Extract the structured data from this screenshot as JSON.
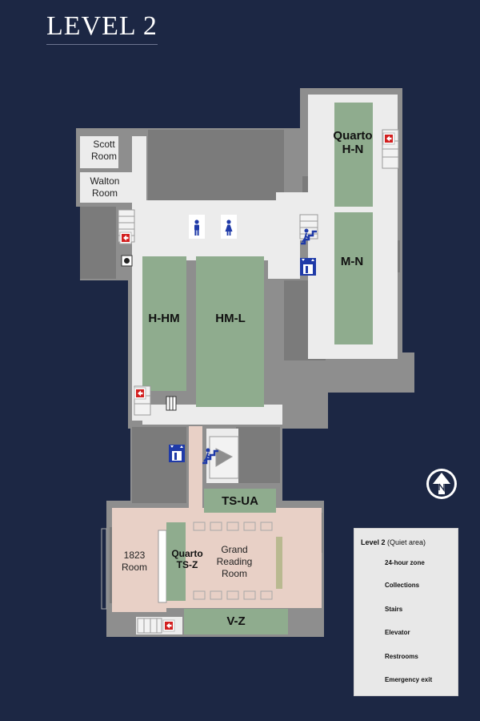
{
  "title": "LEVEL 2",
  "rooms": {
    "scott": "Scott\nRoom",
    "walton": "Walton\nRoom",
    "room_1823": "1823\nRoom",
    "grand_reading": "Grand\nReading\nRoom"
  },
  "collections": {
    "quarto_hn": "Quarto\nH-N",
    "mn": "M-N",
    "hhm": "H-HM",
    "hml": "HM-L",
    "tsua": "TS-UA",
    "quarto_tsz": "Quarto\nTS-Z",
    "vz": "V-Z"
  },
  "legend": {
    "title_bold": "Level 2",
    "title_note": " (Quiet area)",
    "hours": "24-hour zone",
    "collections": "Collections",
    "stairs": "Stairs",
    "elevator": "Elevator",
    "restrooms": "Restrooms",
    "exit": "Emergency exit"
  },
  "colors": {
    "background": "#1c2744",
    "wall": "#8e8e8e",
    "floor": "#ececec",
    "collections": "#8fac8e",
    "hours_zone": "#e8d0c6",
    "icon_blue": "#1f3aa8",
    "exit_red": "#d21f1f"
  },
  "icons": {
    "compass": "north-arrow-icon",
    "stairs": "stairs-icon",
    "elevator": "elevator-icon",
    "restrooms": "restroom-icon",
    "exit": "emergency-exit-icon"
  }
}
